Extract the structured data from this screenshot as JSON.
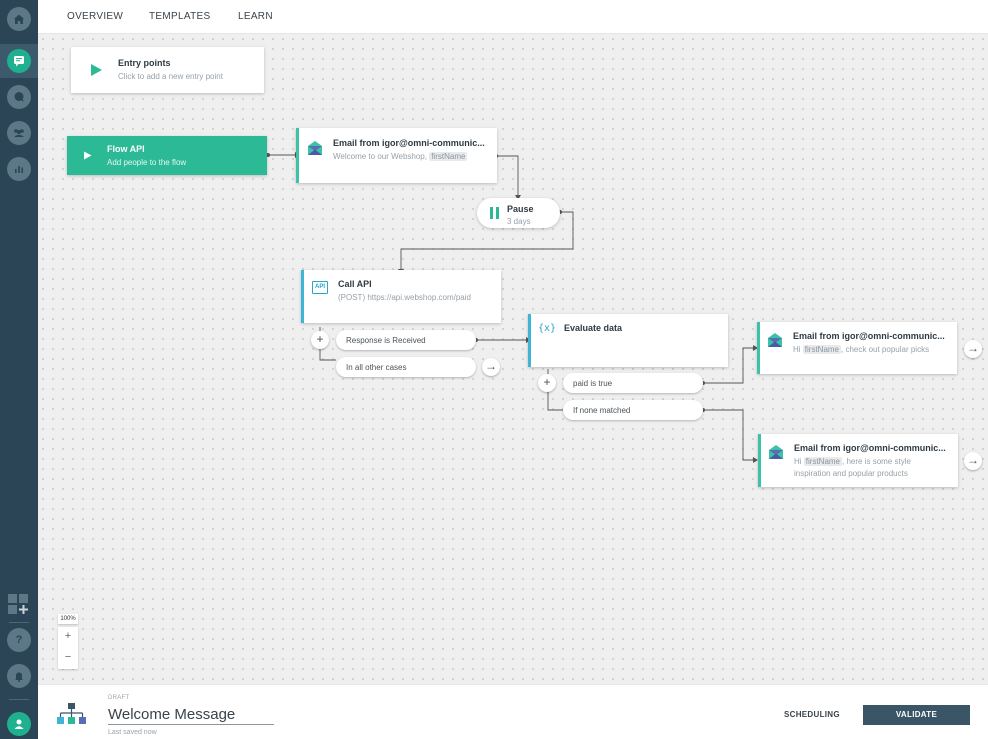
{
  "nav": {
    "tabs": [
      "OVERVIEW",
      "TEMPLATES",
      "LEARN"
    ]
  },
  "rail": {
    "icons": [
      "home-icon",
      "flows-icon",
      "conversations-icon",
      "people-icon",
      "analytics-icon",
      "add-apps-icon",
      "help-icon",
      "notifications-icon",
      "profile-icon"
    ],
    "active": "flows-icon",
    "accent": "#1fb08f"
  },
  "canvas": {
    "entry_points": {
      "title": "Entry points",
      "subtitle": "Click to add a new entry point"
    },
    "flow_api": {
      "title": "Flow API",
      "subtitle": "Add people to the flow",
      "color": "#2bb996"
    },
    "email1": {
      "title": "Email from igor@omni-communic...",
      "sub_prefix": "Welcome to our Webshop, ",
      "sub_chip": "firstName"
    },
    "pause": {
      "title": "Pause",
      "subtitle": "3 days"
    },
    "call_api": {
      "title": "Call API",
      "subtitle": "(POST) https://api.webshop.com/paid",
      "icon_label": "API"
    },
    "branch_response": "Response is Received",
    "branch_other": "In all other cases",
    "evaluate": {
      "title": "Evaluate data",
      "icon_label": "{x}"
    },
    "cond_paid": "paid is true",
    "cond_none": "If none matched",
    "email2": {
      "title": "Email from igor@omni-communic...",
      "sub_prefix": "Hi ",
      "sub_chip": "firstName",
      "sub_suffix": ", check out popular picks"
    },
    "email3": {
      "title": "Email from igor@omni-communic...",
      "sub_prefix": "Hi ",
      "sub_chip": "firstName",
      "sub_suffix": ", here is some style",
      "sub_line2": "inspiration and popular products"
    },
    "zoom": {
      "level": "100%",
      "plus": "+",
      "minus": "−"
    }
  },
  "footer": {
    "status": "DRAFT",
    "flow_name": "Welcome Message",
    "saved": "Last saved now",
    "scheduling_label": "SCHEDULING",
    "validate_label": "VALIDATE"
  }
}
